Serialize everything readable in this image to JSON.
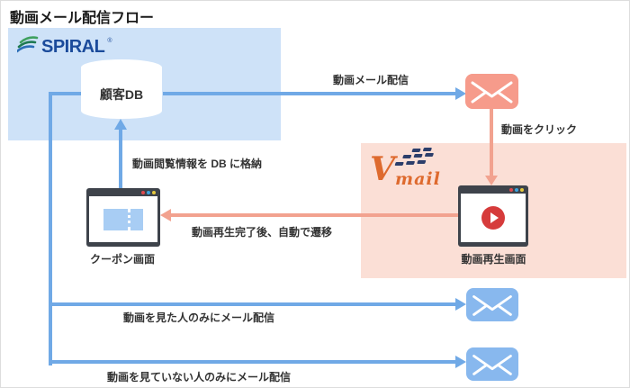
{
  "title": "動画メール配信フロー",
  "spiral": {
    "brand": "SPIRAL",
    "registered_mark": "®",
    "database_label": "顧客DB"
  },
  "vmail": {
    "brand_v": "V",
    "brand_mail": "mail"
  },
  "screens": {
    "video_player": "動画再生画面",
    "coupon": "クーポン画面"
  },
  "flow_labels": {
    "video_mail_delivery": "動画メール配信",
    "click_video": "動画をクリック",
    "store_viewing_info": "動画閲覧情報を DB に格納",
    "auto_transition_after_playback": "動画再生完了後、自動で遷移",
    "mail_to_watched": "動画を見た人のみにメール配信",
    "mail_to_not_watched": "動画を見ていない人のみにメール配信"
  },
  "colors": {
    "box-blue": "#cee2f8",
    "box-pink": "#fbdfd6",
    "line-blue": "#70a9e6",
    "line-salmon": "#f2a28f",
    "env-salmon": "#f69b8b",
    "env-blue": "#88b8ee",
    "chrome": "#3e434b",
    "play-red": "#d63b3b",
    "coupon-blue": "#a8cdf4",
    "spiral-blue": "#1b4b9b",
    "vmail-orange": "#de6a2e",
    "dash-navy": "#2c3e6b",
    "dot-red": "#e04a4e",
    "dot-blue": "#3ba3de",
    "dot-yellow": "#e5c83d",
    "text": "#333333"
  }
}
